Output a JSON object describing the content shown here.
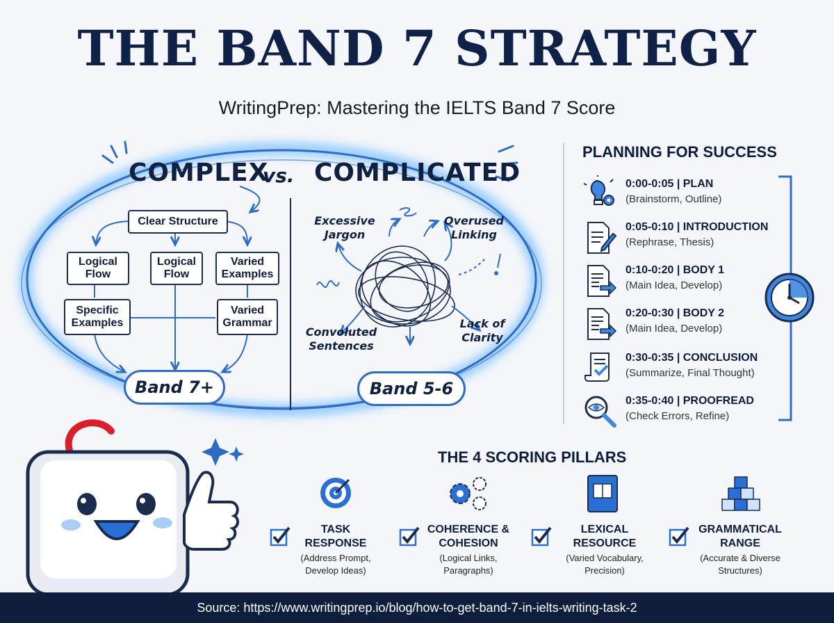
{
  "header": {
    "title": "THE BAND 7 STRATEGY",
    "subtitle": "WritingPrep: Mastering the IELTS Band 7 Score"
  },
  "comparison": {
    "heading_left": "COMPLEX",
    "heading_vs": "vs.",
    "heading_right": "COMPLICATED",
    "complex": {
      "root": "Clear Structure",
      "nodes": [
        "Logical Flow",
        "Logical Flow",
        "Varied Examples",
        "Specific Examples",
        "Varied Grammar"
      ],
      "result": "Band 7+"
    },
    "complicated": {
      "labels": [
        "Excessive Jargon",
        "Overused Linking",
        "Convoluted Sentences",
        "Lack of Clarity"
      ],
      "result": "Band 5-6"
    }
  },
  "planning": {
    "title": "PLANNING FOR SUCCESS",
    "steps": [
      {
        "heading": "0:00-0:05 | PLAN",
        "detail": "(Brainstorm, Outline)",
        "icon": "lightbulb-gear-icon"
      },
      {
        "heading": "0:05-0:10 | INTRODUCTION",
        "detail": "(Rephrase, Thesis)",
        "icon": "document-pen-icon"
      },
      {
        "heading": "0:10-0:20 | BODY 1",
        "detail": "(Main Idea, Develop)",
        "icon": "document-arrow-icon"
      },
      {
        "heading": "0:20-0:30 | BODY 2",
        "detail": "(Main Idea, Develop)",
        "icon": "document-arrow-icon"
      },
      {
        "heading": "0:30-0:35 | CONCLUSION",
        "detail": "(Summarize, Final Thought)",
        "icon": "scroll-check-icon"
      },
      {
        "heading": "0:35-0:40 | PROOFREAD",
        "detail": "(Check Errors, Refine)",
        "icon": "magnifier-eye-icon"
      }
    ],
    "clock_icon": "clock-icon"
  },
  "pillars": {
    "title": "THE 4 SCORING PILLARS",
    "items": [
      {
        "name_line1": "TASK",
        "name_line2": "RESPONSE",
        "desc_line1": "(Address Prompt,",
        "desc_line2": "Develop Ideas)",
        "icon": "target-icon"
      },
      {
        "name_line1": "COHERENCE &",
        "name_line2": "COHESION",
        "desc_line1": "(Logical Links,",
        "desc_line2": "Paragraphs)",
        "icon": "gears-icon"
      },
      {
        "name_line1": "LEXICAL",
        "name_line2": "RESOURCE",
        "desc_line1": "(Varied Vocabulary,",
        "desc_line2": "Precision)",
        "icon": "book-icon"
      },
      {
        "name_line1": "GRAMMATICAL",
        "name_line2": "RANGE",
        "desc_line1": "(Accurate & Diverse",
        "desc_line2": "Structures)",
        "icon": "blocks-icon"
      }
    ]
  },
  "footer": {
    "source": "Source: https://www.writingprep.io/blog/how-to-get-band-7-in-ielts-writing-task-2"
  },
  "colors": {
    "navy": "#0f2147",
    "accent_blue": "#2e6bc4",
    "glow_blue": "#6fb6ff",
    "mascot_red": "#d9202a"
  }
}
